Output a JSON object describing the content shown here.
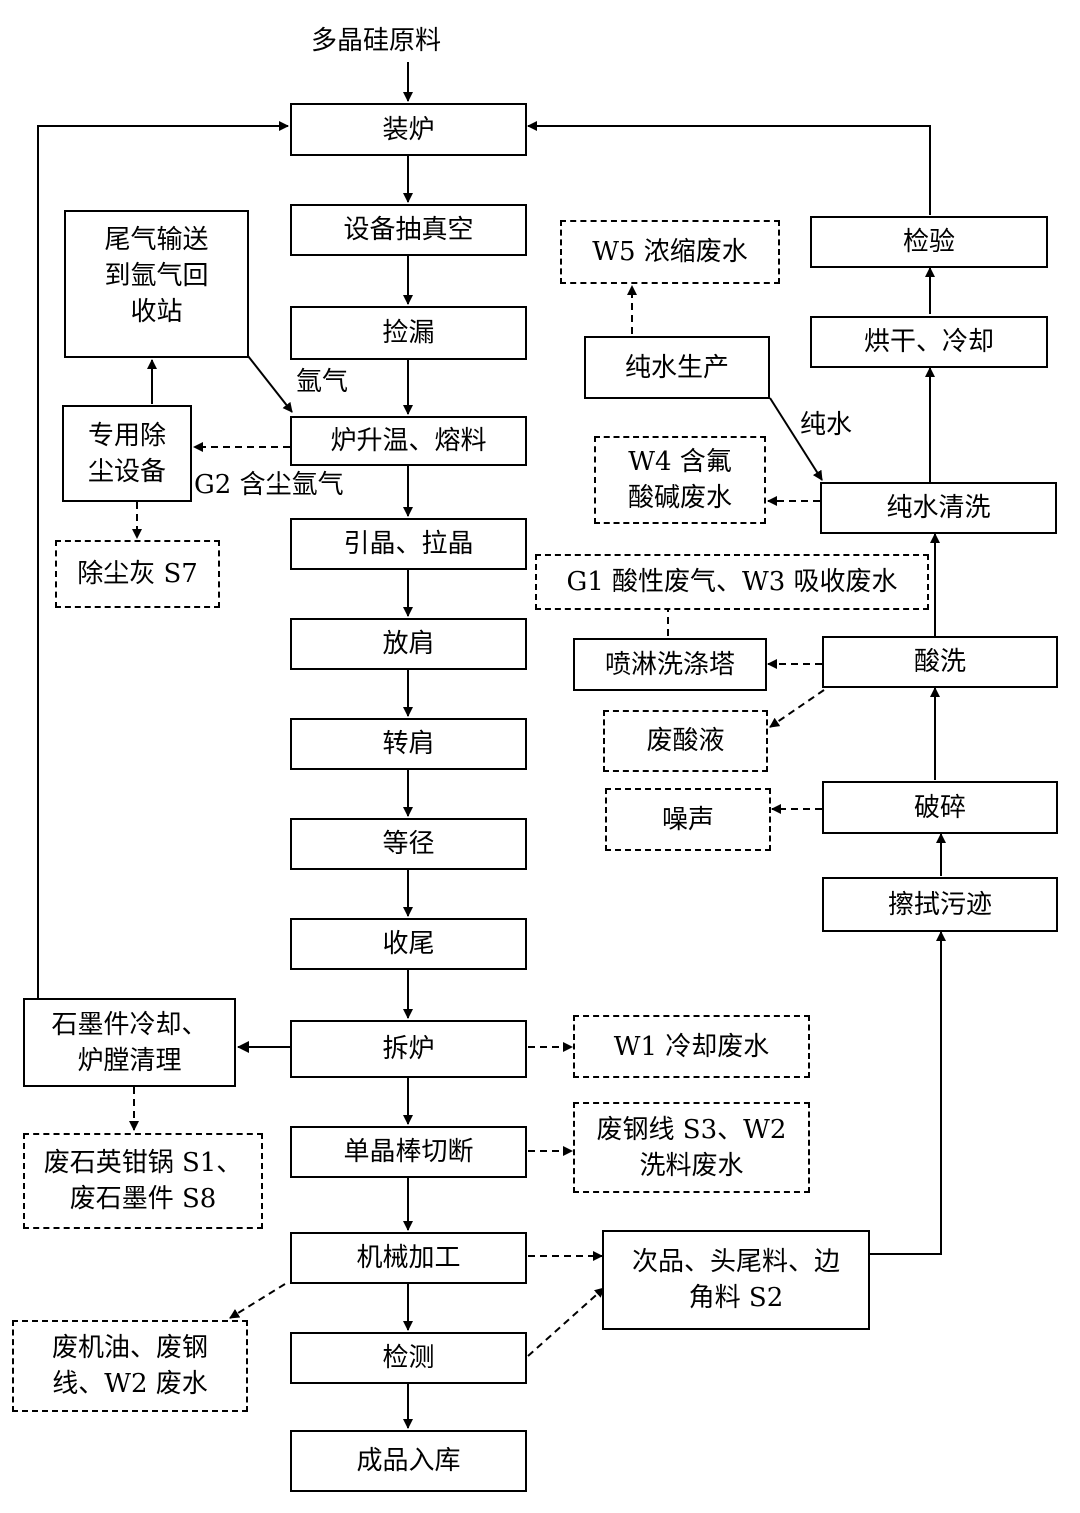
{
  "input_label": "多晶硅原料",
  "main_flow": {
    "load": "装炉",
    "vacuum": "设备抽真空",
    "leak_check": "捡漏",
    "heat_melt": "炉升温、熔料",
    "seed_pull": "引晶、拉晶",
    "shoulder_out": "放肩",
    "shoulder_turn": "转肩",
    "equal_diameter": "等径",
    "tail": "收尾",
    "dismantle": "拆炉",
    "cut": "单晶棒切断",
    "machining": "机械加工",
    "inspect": "检测",
    "storage": "成品入库"
  },
  "left_side": {
    "exhaust": "尾气输送\n到氩气回\n收站",
    "argon": "氩气",
    "dust_equipment": "专用除\n尘设备",
    "g2": "G2 含尘氩气",
    "dust_ash": "除尘灰 S7",
    "graphite_cooling": "石墨件冷却、\n炉膛清理",
    "waste_quartz": "废石英钳锅 S1、\n废石墨件 S8",
    "waste_oil": "废机油、废钢\n线、W2 废水"
  },
  "right_side": {
    "w5": "W5 浓缩废水",
    "pure_water_prod": "纯水生产",
    "pure_water": "纯水",
    "w4": "W4 含氟\n酸碱废水",
    "pure_wash": "纯水清洗",
    "g1w3": "G1 酸性废气、W3 吸收废水",
    "spray_tower": "喷淋洗涤塔",
    "acid_wash": "酸洗",
    "waste_acid": "废酸液",
    "noise": "噪声",
    "crush": "破碎",
    "wipe": "擦拭污迹",
    "check": "检验",
    "dry_cool": "烘干、冷却",
    "w1": "W1 冷却废水",
    "w2s3": "废钢线 S3、W2\n洗料废水",
    "defects": "次品、头尾料、边\n角料 S2"
  }
}
